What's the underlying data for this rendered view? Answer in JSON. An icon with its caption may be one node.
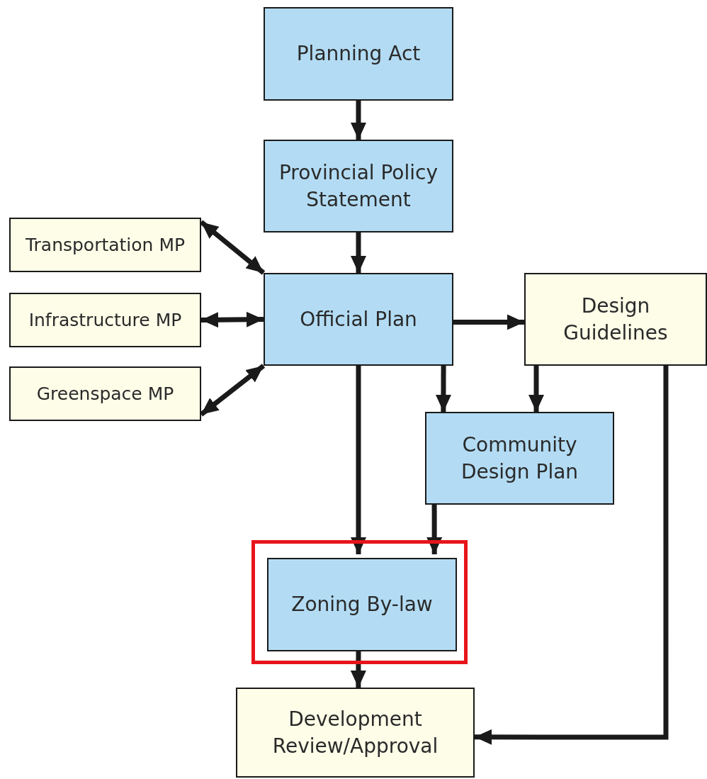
{
  "diagram": {
    "nodes": [
      {
        "text": [
          "Planning Act"
        ]
      },
      {
        "text": [
          "Provincial Policy Statement"
        ]
      },
      {
        "text": [
          "Transportation MP"
        ]
      },
      {
        "text": [
          "Official Plan"
        ]
      },
      {
        "text": [
          "Design Guidelines"
        ]
      },
      {
        "text": [
          "Infrastructure MP"
        ]
      },
      {
        "text": [
          "Greenspace MP"
        ]
      },
      {
        "text": [
          "Community Design Plan"
        ]
      },
      {
        "text": [],
        "shape": "box"
      },
      {
        "text": [
          "Zoning By-law"
        ],
        "in": 8
      },
      {
        "text": [
          "Development Review/Approval"
        ]
      }
    ],
    "edges": [
      {
        "from": 0,
        "to": 1,
        "arrow": "to"
      },
      {
        "from": 1,
        "to": 3,
        "arrow": "to"
      },
      {
        "from": 2,
        "to": 3,
        "arrow": "both"
      },
      {
        "from": 5,
        "to": 3,
        "arrow": "both"
      },
      {
        "from": 6,
        "to": 3,
        "arrow": "both"
      },
      {
        "from": 3,
        "to": 4,
        "arrow": "to"
      },
      {
        "from": 3,
        "to": 9,
        "arrow": "to"
      },
      {
        "from": 3,
        "to": 7,
        "arrow": "to"
      },
      {
        "from": 4,
        "to": 7,
        "arrow": "to"
      },
      {
        "from": 7,
        "to": 9,
        "arrow": "to"
      },
      {
        "from": 9,
        "to": 10,
        "arrow": "to"
      },
      {
        "from": 4,
        "to": 10,
        "arrow": "to"
      }
    ]
  }
}
